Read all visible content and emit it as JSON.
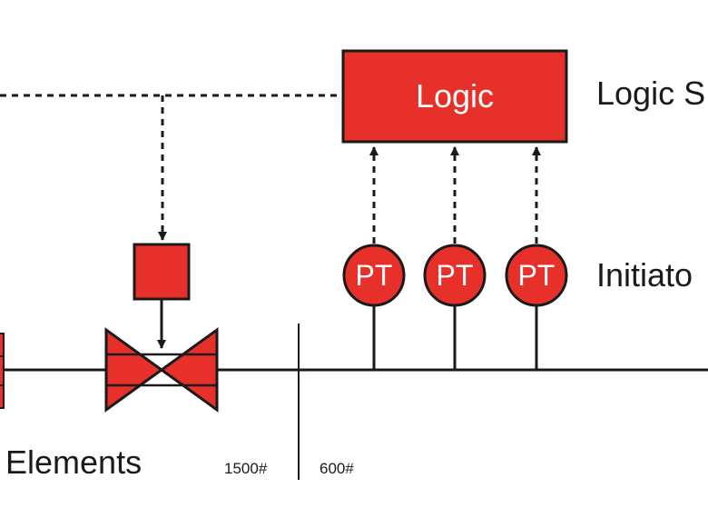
{
  "colors": {
    "accent": "#e8302a",
    "ink": "#1a1a1a",
    "background": "#ffffff"
  },
  "logic_box": {
    "label": "Logic"
  },
  "side_labels": {
    "logic_solver": "Logic S",
    "initiators": "Initiato"
  },
  "transmitters": [
    {
      "label": "PT"
    },
    {
      "label": "PT"
    },
    {
      "label": "PT"
    }
  ],
  "bottom_labels": {
    "final_elements": "Elements",
    "rating_left": "1500#",
    "rating_right": "600#"
  }
}
